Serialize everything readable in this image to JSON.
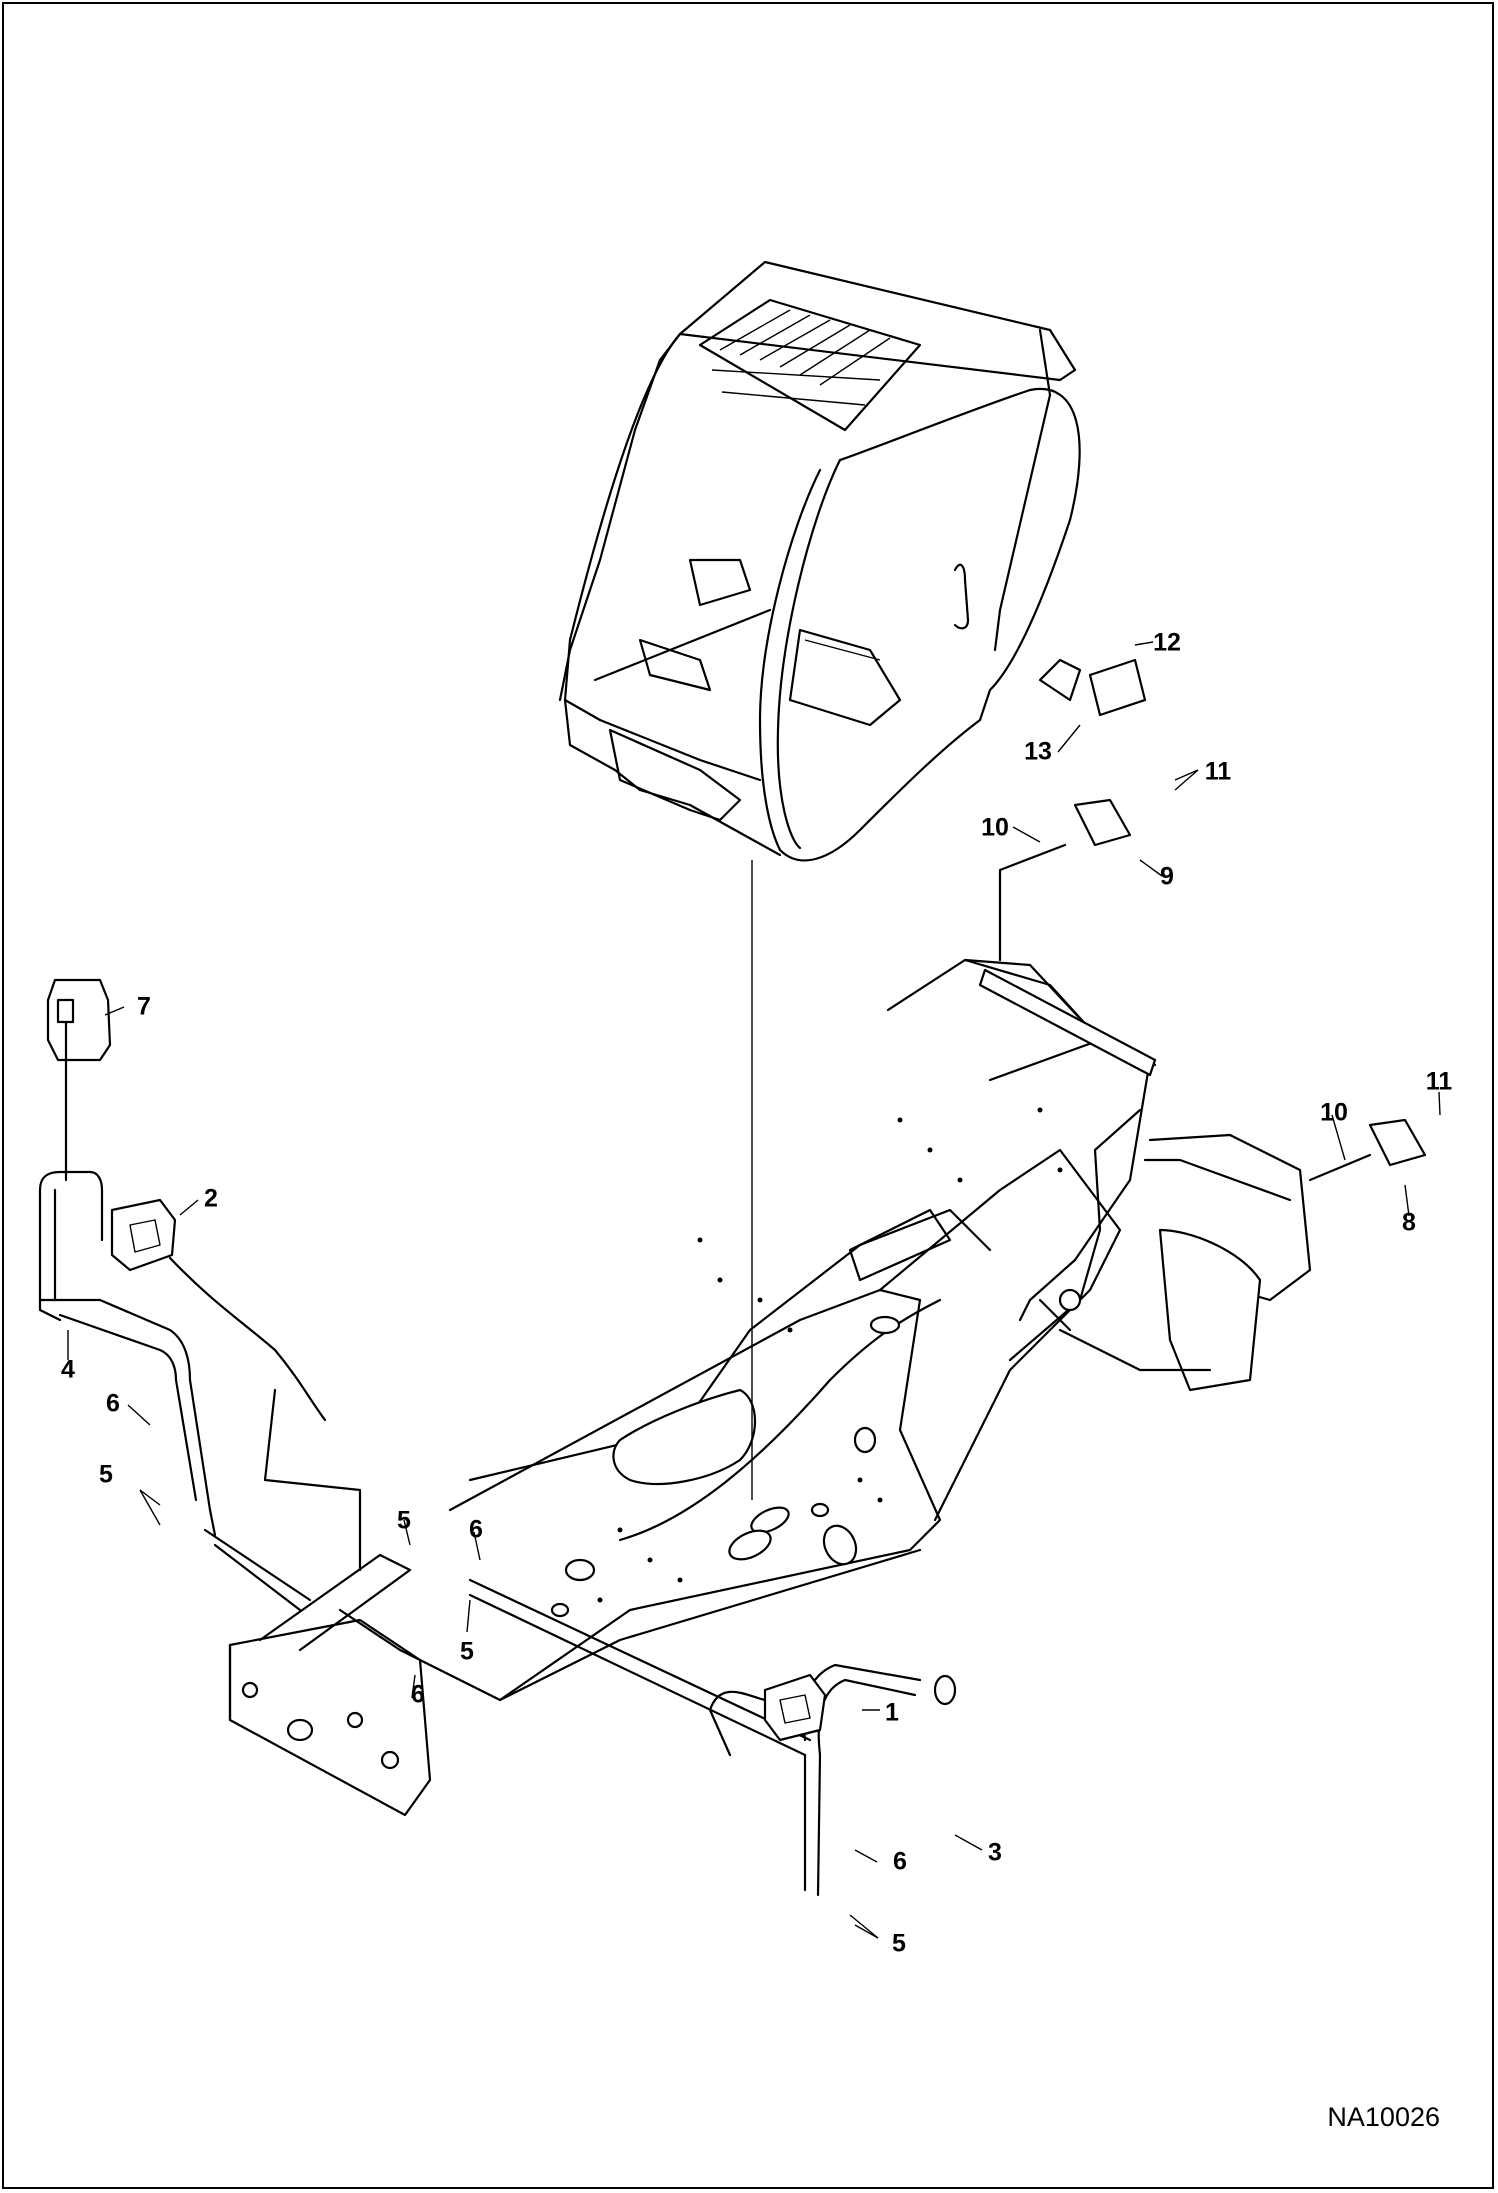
{
  "drawing_number": "NA10026",
  "callouts": [
    {
      "id": "c1",
      "label": "1"
    },
    {
      "id": "c2",
      "label": "2"
    },
    {
      "id": "c3",
      "label": "3"
    },
    {
      "id": "c4",
      "label": "4"
    },
    {
      "id": "c5a",
      "label": "5"
    },
    {
      "id": "c5b",
      "label": "5"
    },
    {
      "id": "c5c",
      "label": "5"
    },
    {
      "id": "c5d",
      "label": "5"
    },
    {
      "id": "c6a",
      "label": "6"
    },
    {
      "id": "c6b",
      "label": "6"
    },
    {
      "id": "c6c",
      "label": "6"
    },
    {
      "id": "c6d",
      "label": "6"
    },
    {
      "id": "c7",
      "label": "7"
    },
    {
      "id": "c8",
      "label": "8"
    },
    {
      "id": "c9",
      "label": "9"
    },
    {
      "id": "c10a",
      "label": "10"
    },
    {
      "id": "c10b",
      "label": "10"
    },
    {
      "id": "c11a",
      "label": "11"
    },
    {
      "id": "c11b",
      "label": "11"
    },
    {
      "id": "c12",
      "label": "12"
    },
    {
      "id": "c13",
      "label": "13"
    }
  ]
}
